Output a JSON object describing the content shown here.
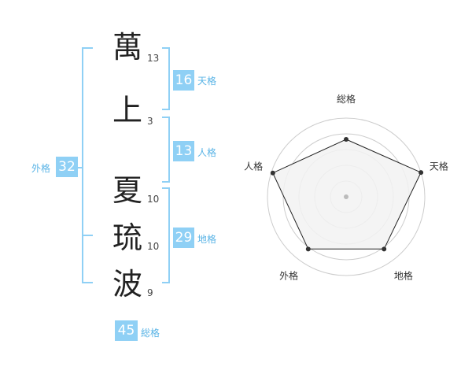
{
  "name": {
    "characters": [
      {
        "char": "萬",
        "strokes": "13"
      },
      {
        "char": "上",
        "strokes": "3"
      },
      {
        "char": "夏",
        "strokes": "10"
      },
      {
        "char": "琉",
        "strokes": "10"
      },
      {
        "char": "波",
        "strokes": "9"
      }
    ]
  },
  "kakusu": {
    "tenkaku": {
      "value": "16",
      "label": "天格"
    },
    "jinkaku": {
      "value": "13",
      "label": "人格"
    },
    "chikaku": {
      "value": "29",
      "label": "地格"
    },
    "gaikaku": {
      "value": "32",
      "label": "外格"
    },
    "soukaku": {
      "value": "45",
      "label": "総格"
    }
  },
  "radar": {
    "axes": [
      "総格",
      "天格",
      "地格",
      "外格",
      "人格"
    ],
    "levels": 5,
    "scores": [
      0.73,
      1.0,
      0.82,
      0.82,
      0.98
    ],
    "colors": {
      "fill": "#f2f2f2",
      "line": "#222222",
      "grid": "#cccccc",
      "dot": "#333333",
      "center": "#bbbbbb"
    }
  },
  "colors": {
    "accent": "#8fd0f5",
    "accent_text": "#5ab4e6"
  }
}
